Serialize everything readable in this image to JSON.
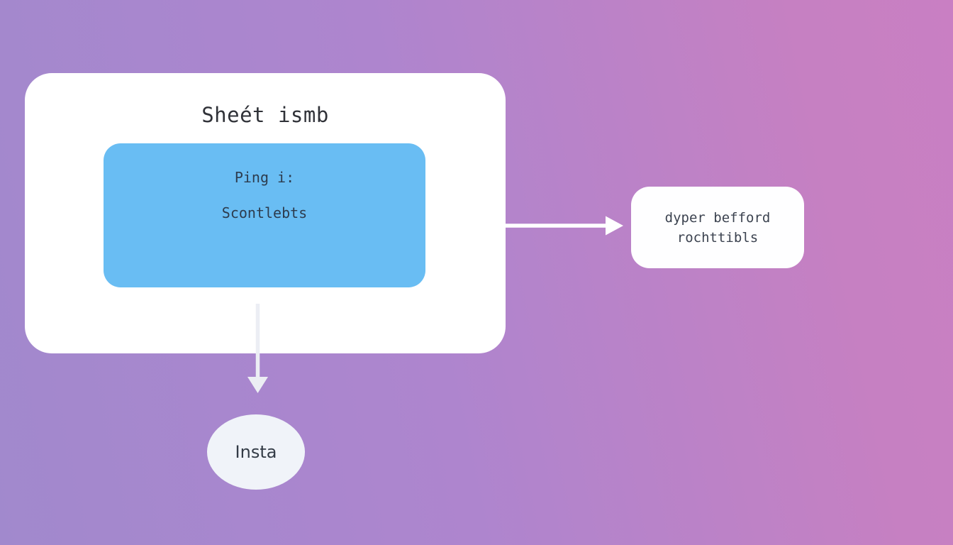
{
  "canvas": {
    "background_left_color": "#a189cd",
    "background_right_color": "#c97fc3"
  },
  "main_card": {
    "title": "Sheét ismb",
    "fill": "#ffffff",
    "inner_box": {
      "line1": "Ping i:",
      "line2": "Scontlebts",
      "fill": "#69bdf3",
      "text_color": "#2d3c4e"
    }
  },
  "right_box": {
    "line1": "dyper befford",
    "line2": "rochttibls",
    "fill": "#fefeff",
    "text_color": "#3c4350"
  },
  "ellipse_node": {
    "label": "Insta",
    "fill": "#f0f3f9",
    "text_color": "#333b46"
  },
  "arrows": {
    "right": {
      "color": "#ffffff"
    },
    "down": {
      "color": "#eceef4"
    }
  }
}
